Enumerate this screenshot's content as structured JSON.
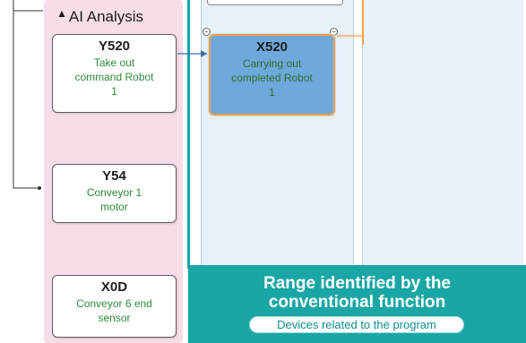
{
  "lanes": {
    "ai_analysis_title": "AI Analysis"
  },
  "nodes": {
    "y520": {
      "code": "Y520",
      "desc_line1": "Take out",
      "desc_line2": "command Robot",
      "desc_line3": "1"
    },
    "x520": {
      "code": "X520",
      "desc_line1": "Carrying out",
      "desc_line2": "completed Robot",
      "desc_line3": "1"
    },
    "y54": {
      "code": "Y54",
      "desc_line1": "Conveyor 1",
      "desc_line2": "motor"
    },
    "x0d": {
      "code": "X0D",
      "desc_line1": "Conveyor 6 end",
      "desc_line2": "sensor"
    }
  },
  "banner": {
    "title_line1": "Range identified by the",
    "title_line2": "conventional function",
    "tag": "Devices related to the program"
  },
  "colors": {
    "ai_lane": "#f7dde9",
    "teal": "#1aa6a4",
    "selected_node": "#6fa8dc",
    "selection_border": "#f0a04b",
    "desc_text": "#2d8a3b"
  },
  "icons": {
    "ai_lane_icon": "cube-icon",
    "collapse_toggle": "minus-circle-icon"
  }
}
